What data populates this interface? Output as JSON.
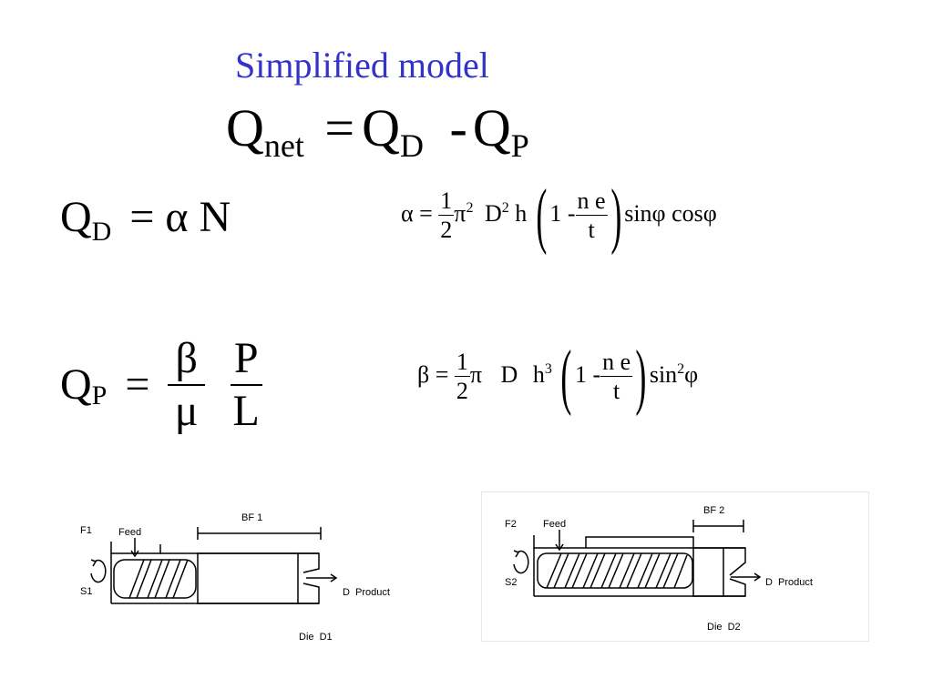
{
  "title": "Simplified model",
  "eq_net": {
    "Q": "Q",
    "net": "net",
    "eq": "=",
    "QD": "Q",
    "D": "D",
    "minus": "-",
    "QP": "Q",
    "P": "P"
  },
  "eq_QD": {
    "Q": "Q",
    "sub": "D",
    "rhs": "= α N"
  },
  "eq_QP": {
    "Q": "Q",
    "sub": "P",
    "eq": "=",
    "beta": "β",
    "mu": "μ",
    "P": "P",
    "L": "L"
  },
  "eq_alpha": {
    "lhs": "α =",
    "half_num": "1",
    "half_den": "2",
    "pi": "π",
    "pi_exp": "2",
    "D": "D",
    "D_exp": "2",
    "h": "h",
    "one_minus": "1 -",
    "ne": "n e",
    "t": "t",
    "trig": "sinφ cosφ"
  },
  "eq_beta": {
    "lhs": "β =",
    "half_num": "1",
    "half_den": "2",
    "pi": "π",
    "D": "D",
    "h": "h",
    "h_exp": "3",
    "one_minus": "1 -",
    "ne": "n e",
    "t": "t",
    "trig": "sin",
    "trig_exp": "2",
    "phi": "φ"
  },
  "diagram1": {
    "bf": "BF 1",
    "f": "F1",
    "feed": "Feed",
    "s": "S1",
    "product": "D  Product",
    "die": "Die  D1"
  },
  "diagram2": {
    "bf": "BF 2",
    "f": "F2",
    "feed": "Feed",
    "s": "S2",
    "product": "D  Product",
    "die": "Die  D2"
  },
  "colors": {
    "title": "#3333cc"
  }
}
